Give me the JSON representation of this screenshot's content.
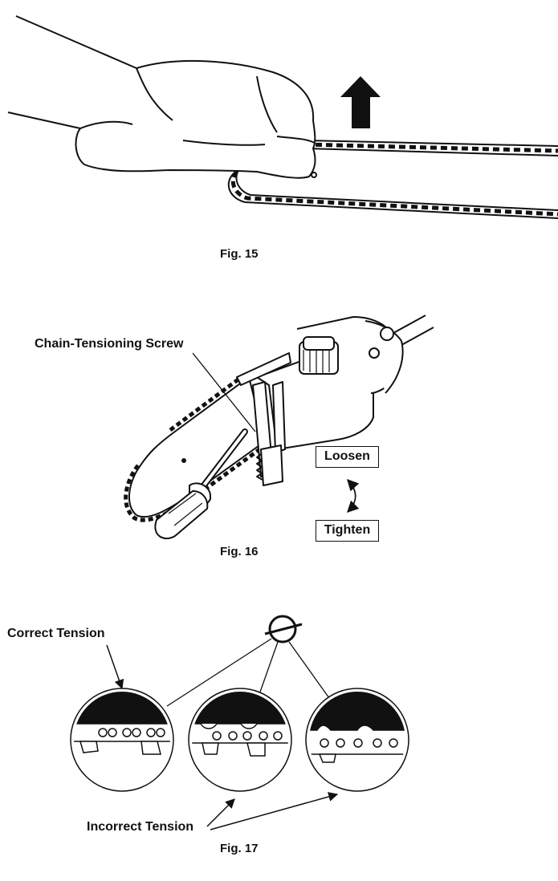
{
  "fig15": {
    "caption": "Fig. 15",
    "icons": [
      "gloved-hand-icon",
      "up-arrow-icon",
      "saw-chain-icon"
    ]
  },
  "fig16": {
    "caption": "Fig. 16",
    "callout": "Chain-Tensioning Screw",
    "loosen": "Loosen",
    "tighten": "Tighten",
    "icons": [
      "pole-saw-head-icon",
      "screwdriver-icon",
      "double-arrow-icon"
    ]
  },
  "fig17": {
    "caption": "Fig. 17",
    "correct": "Correct Tension",
    "incorrect": "Incorrect Tension",
    "icons": [
      "prohibited-icon",
      "chain-magnifier-icon"
    ]
  },
  "colors": {
    "ink": "#111111",
    "paper": "#ffffff"
  }
}
